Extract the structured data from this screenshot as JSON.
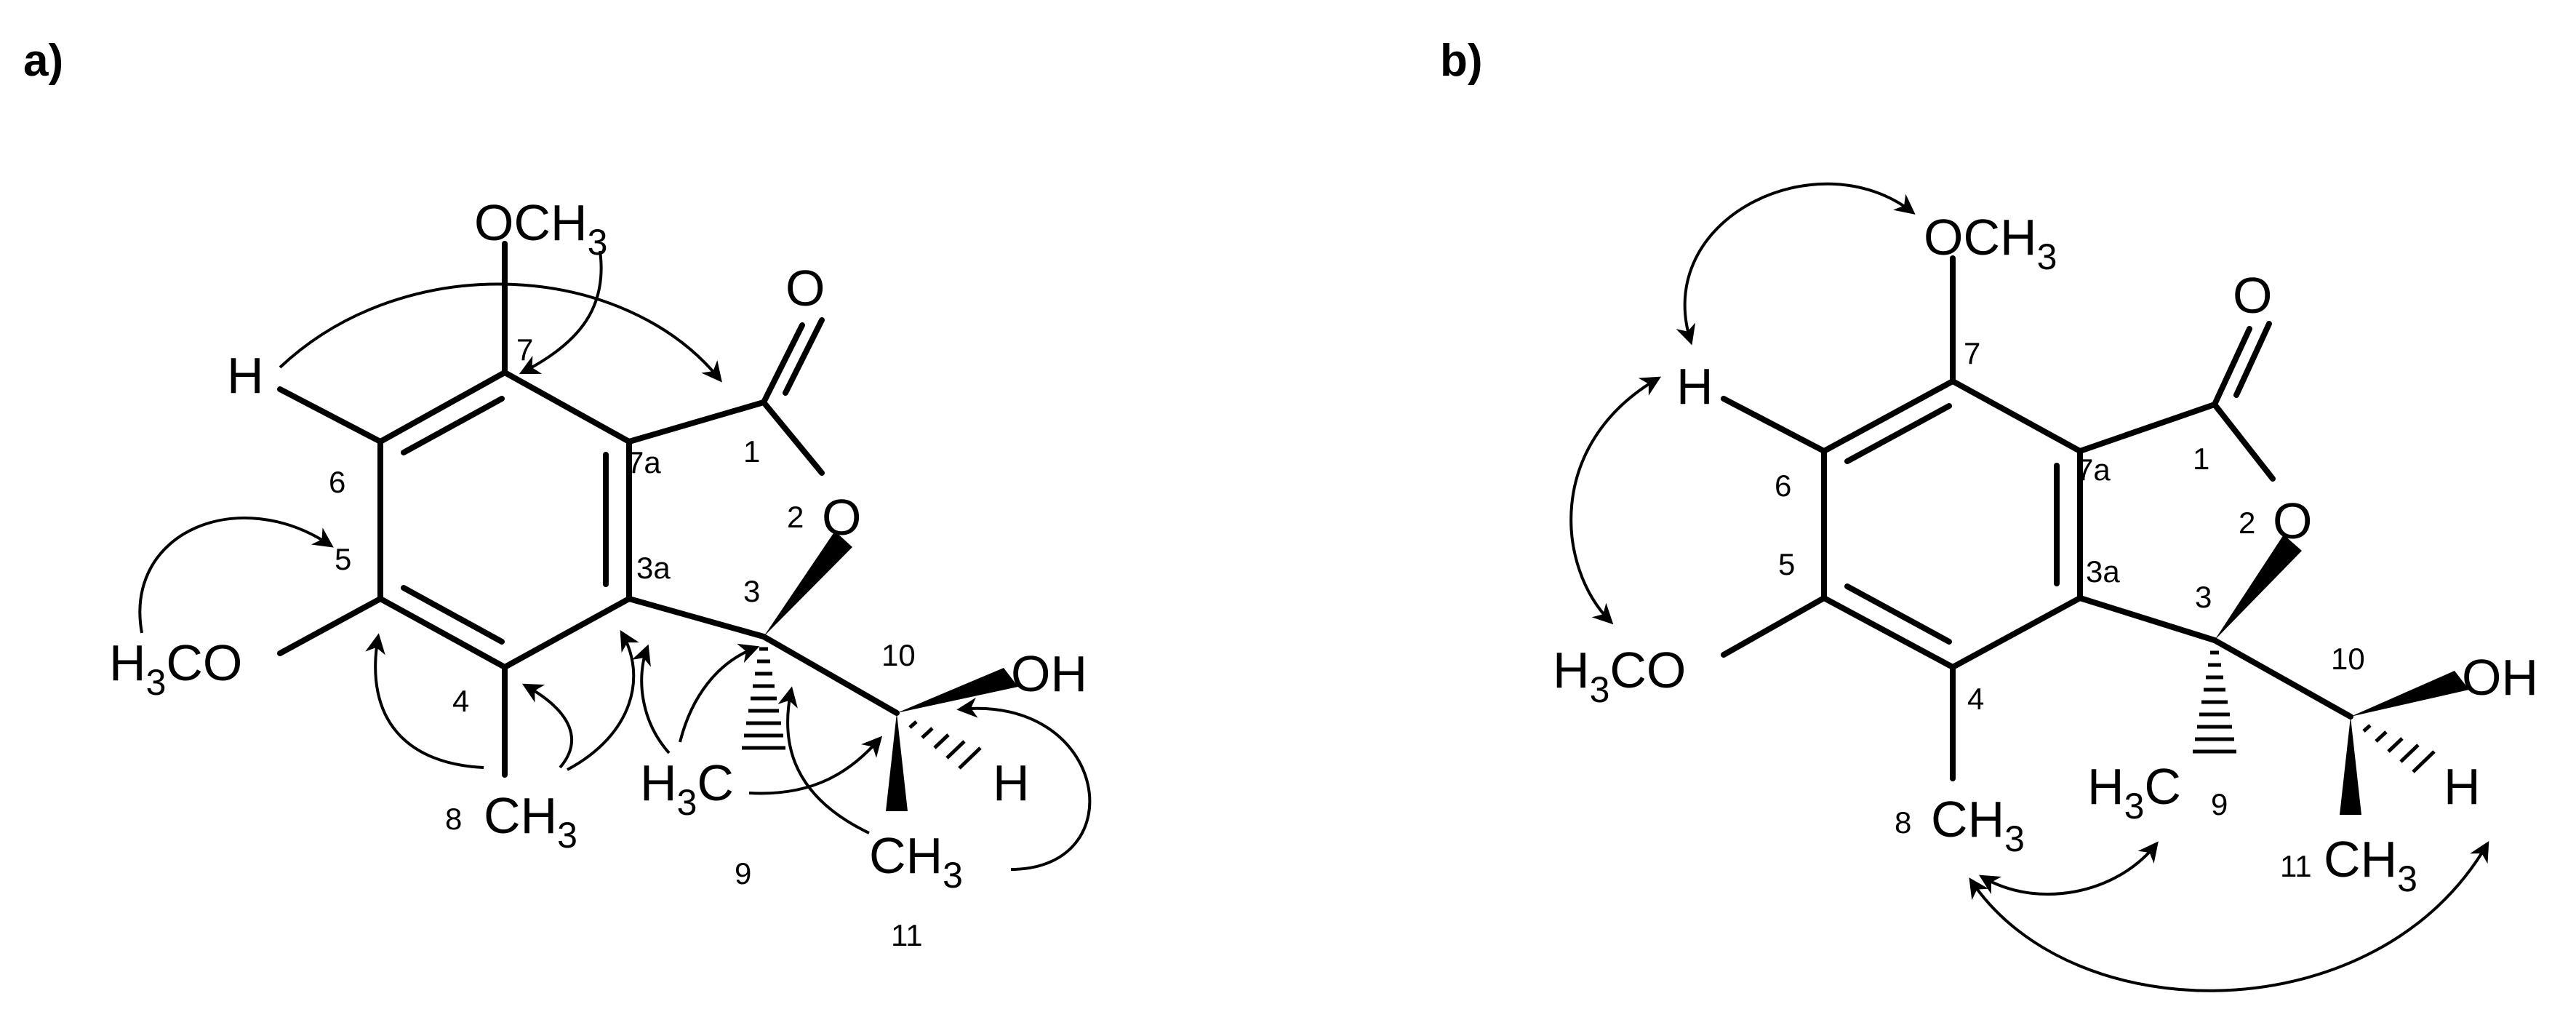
{
  "panels": [
    {
      "label": "a)"
    },
    {
      "label": "b)"
    }
  ],
  "atoms": {
    "o_carbonyl": "O",
    "o_ring": "O",
    "h6": "H",
    "och3_top_o": "OCH",
    "och3_top_sub": "3",
    "h3co_h": "H",
    "h3co_sub": "3",
    "h3co_rest": "CO",
    "ch3_c": "C",
    "ch3_h": "H",
    "ch3_sub": "3",
    "h3c_h": "H",
    "h3c_sub": "3",
    "h3c_c": "C",
    "oh": "OH",
    "h10": "H"
  },
  "positions": {
    "c1": "1",
    "o2": "2",
    "c3": "3",
    "c3a": "3a",
    "c4": "4",
    "c5": "5",
    "c6": "6",
    "c7": "7",
    "c7a": "7a",
    "c8": "8",
    "c9": "9",
    "c10": "10",
    "c11": "11"
  },
  "colors": {
    "ink": "#000000",
    "background": "#ffffff"
  }
}
